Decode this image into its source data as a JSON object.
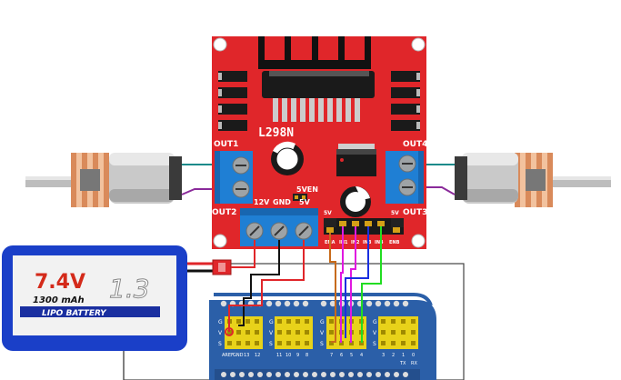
{
  "driver": {
    "chip_label": "L298N",
    "out1": "OUT1",
    "out2": "OUT2",
    "out3": "OUT3",
    "out4": "OUT4",
    "power_labels": [
      "12V",
      "GND",
      "5V"
    ],
    "jumper_label": "5VEN",
    "header_labels": [
      "ENA",
      "IN1",
      "IN2",
      "IN3",
      "IN4",
      "ENB"
    ],
    "header_side_left": "5V",
    "header_side_right": "5V"
  },
  "battery": {
    "voltage": "7.4V",
    "capacity": "1300 mAh",
    "version": "1.3",
    "type": "LIPO BATTERY"
  },
  "shield": {
    "row_letters": [
      "G",
      "V",
      "S"
    ],
    "pin_labels_group1": [
      "AREF",
      "GND",
      "13",
      "12"
    ],
    "pin_labels_group2": [
      "11",
      "10",
      "9",
      "8"
    ],
    "pin_labels_group3": [
      "7",
      "6",
      "5",
      "4"
    ],
    "pin_labels_group4": [
      "3",
      "2",
      "1",
      "0"
    ],
    "serial_labels": [
      "TX",
      "RX"
    ]
  },
  "colors": {
    "pcb_red": "#e0262a",
    "terminal_blue": "#1f7fd4",
    "shield_blue": "#2b5fa8",
    "battery_blue": "#1a3fc8",
    "wire_red": "#e0262a",
    "wire_black": "#111111",
    "wire_orange": "#c76a1a",
    "wire_magenta": "#e018e0",
    "wire_blue": "#1a2fe0",
    "wire_green": "#22dd22",
    "motor_wire_teal": "#1a8a8a",
    "motor_wire_purple": "#8a2a9a"
  }
}
